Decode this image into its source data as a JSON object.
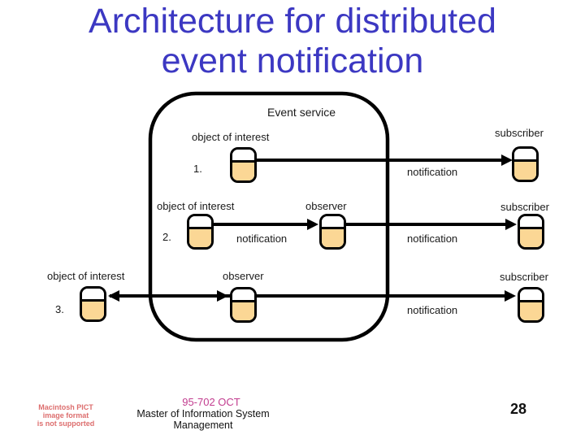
{
  "slide": {
    "title_lines": [
      "Architecture for distributed",
      "event notification"
    ]
  },
  "diagram": {
    "container_label": "Event service",
    "rows": [
      {
        "number": "1.",
        "source_label": "object of interest",
        "notification_label": "notification",
        "subscriber_label": "subscriber"
      },
      {
        "number": "2.",
        "source_label": "object of interest",
        "observer_label": "observer",
        "notification_mid_label": "notification",
        "notification_label": "notification",
        "subscriber_label": "subscriber"
      },
      {
        "number": "3.",
        "source_label": "object of interest",
        "observer_label": "observer",
        "notification_label": "notification",
        "subscriber_label": "subscriber"
      }
    ]
  },
  "footer": {
    "pict_notice_lines": [
      "Macintosh PICT",
      "image format",
      "is not supported"
    ],
    "course_code": "95-702 OCT",
    "course_name_lines": [
      "Master of Information System",
      "Management"
    ],
    "page_number": "28"
  },
  "colors": {
    "title_text": "#3c38c2",
    "icon_fill": "#fbd795",
    "diagram_stroke": "#000000",
    "course_code_text": "#c23d8f",
    "pict_notice_text": "#dd6e6e"
  }
}
